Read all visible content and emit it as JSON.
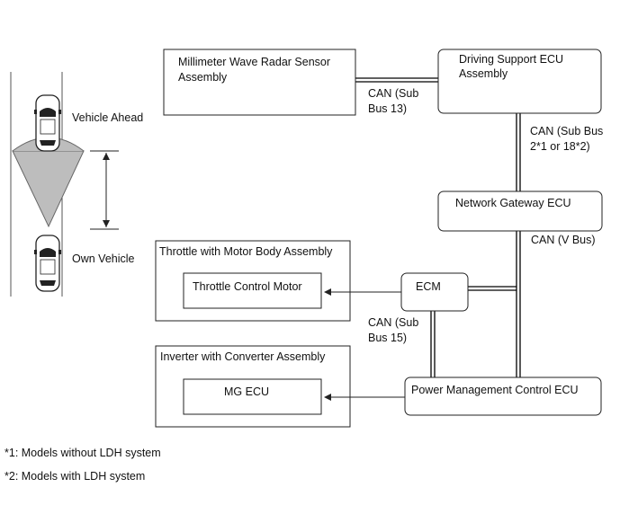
{
  "components": {
    "radar": {
      "line1": "Millimeter Wave Radar Sensor",
      "line2": "Assembly"
    },
    "driving_support": {
      "line1": "Driving Support ECU",
      "line2": "Assembly"
    },
    "gateway": "Network Gateway ECU",
    "ecm": "ECM",
    "pmc": "Power Management Control ECU",
    "throttle_assembly": "Throttle with Motor Body Assembly",
    "throttle_motor": "Throttle Control Motor",
    "inverter_assembly": "Inverter with Converter Assembly",
    "mg_ecu": "MG ECU"
  },
  "buses": {
    "sub13": {
      "line1": "CAN (Sub",
      "line2": "Bus 13)"
    },
    "sub2_18": {
      "line1": "CAN (Sub Bus",
      "line2": "2*1 or 18*2)"
    },
    "v_bus": "CAN (V Bus)",
    "sub15": {
      "line1": "CAN (Sub",
      "line2": "Bus 15)"
    }
  },
  "vehicle_labels": {
    "ahead": "Vehicle Ahead",
    "own": "Own Vehicle"
  },
  "notes": [
    "*1: Models without LDH system",
    "*2: Models with LDH system"
  ]
}
